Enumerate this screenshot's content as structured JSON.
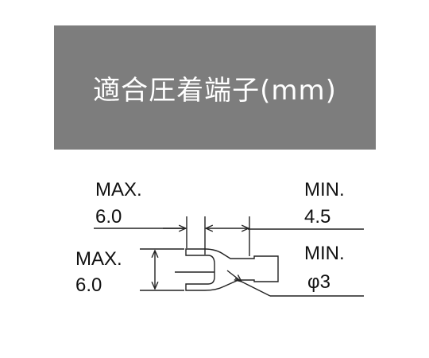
{
  "header": {
    "title": "適合圧着端子(mm)"
  },
  "labels": {
    "max_width_line1": "MAX.",
    "max_width_line2": "6.0",
    "max_height_line1": "MAX.",
    "max_height_line2": "6.0",
    "min_gap_line1": "MIN.",
    "min_gap_line2": "4.5",
    "min_hole_line1": "MIN.",
    "min_hole_line2": "φ3"
  },
  "colors": {
    "header_bg": "#7d7d7d",
    "header_text": "#ffffff",
    "line": "#222222"
  }
}
